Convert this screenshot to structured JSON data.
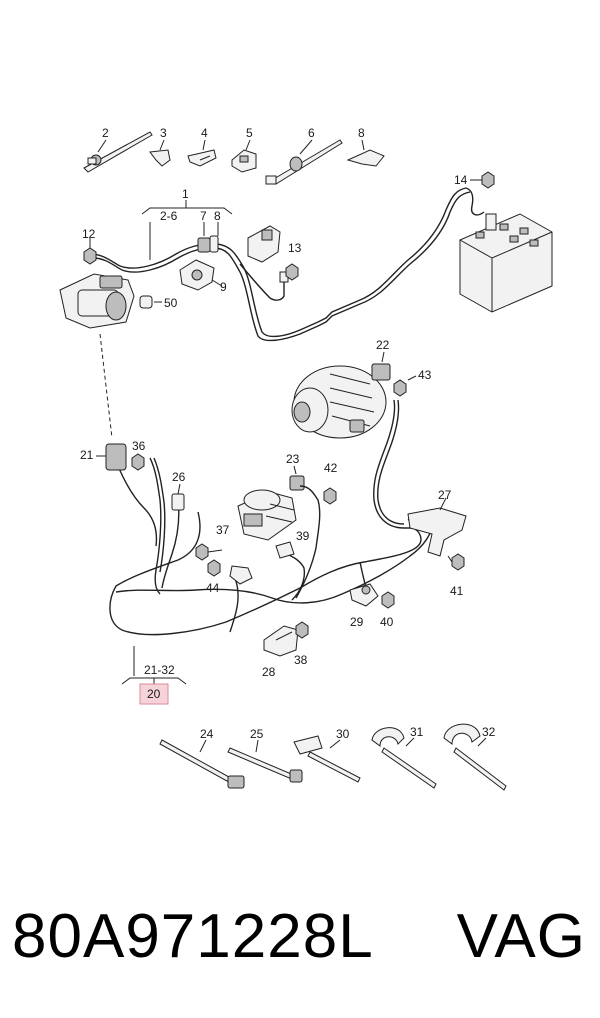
{
  "callouts": {
    "c1": "1",
    "c2": "2",
    "c3": "3",
    "c4": "4",
    "c5": "5",
    "c6": "6",
    "c8": "8",
    "c2_6": "2-6",
    "c7": "7",
    "c8b": "8",
    "c9": "9",
    "c12": "12",
    "c13": "13",
    "c14": "14",
    "c50": "50",
    "c20": "20",
    "c21": "21",
    "c21_32": "21-32",
    "c22": "22",
    "c23": "23",
    "c24": "24",
    "c25": "25",
    "c26": "26",
    "c27": "27",
    "c28": "28",
    "c29": "29",
    "c30": "30",
    "c31": "31",
    "c32": "32",
    "c36": "36",
    "c37": "37",
    "c38": "38",
    "c39": "39",
    "c40": "40",
    "c41": "41",
    "c42": "42",
    "c43": "43",
    "c44": "44"
  },
  "caption": {
    "part_number": "80A971228L",
    "brand": "VAG"
  },
  "colors": {
    "highlight_fill": "#f6d3d8",
    "highlight_stroke": "#d9899a",
    "line": "#222222"
  }
}
